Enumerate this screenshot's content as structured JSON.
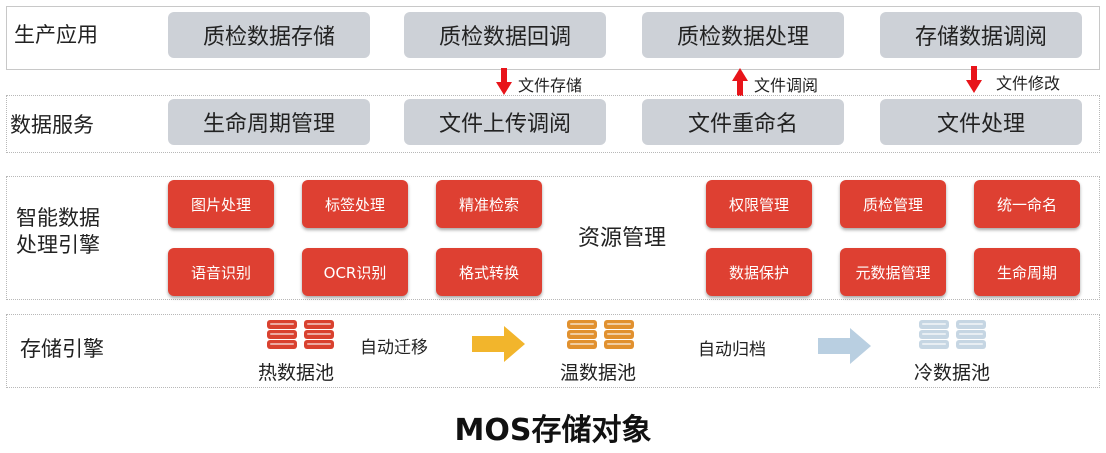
{
  "production_layer": {
    "label": "生产应用",
    "items": [
      "质检数据存储",
      "质检数据回调",
      "质检数据处理",
      "存储数据调阅"
    ]
  },
  "interface_arrows": [
    {
      "label": "文件存储",
      "direction": "down",
      "color": "#e8141a"
    },
    {
      "label": "文件调阅",
      "direction": "up",
      "color": "#e8141a"
    },
    {
      "label": "文件修改",
      "direction": "down",
      "color": "#e8141a"
    }
  ],
  "data_service_layer": {
    "label": "数据服务",
    "items": [
      "生命周期管理",
      "文件上传调阅",
      "文件重命名",
      "文件处理"
    ]
  },
  "engine_layer": {
    "label_line1": "智能数据",
    "label_line2": "处理引擎",
    "left_items": [
      "图片处理",
      "标签处理",
      "精准检索",
      "语音识别",
      "OCR识别",
      "格式转换"
    ],
    "center_label": "资源管理",
    "right_items": [
      "权限管理",
      "质检管理",
      "统一命名",
      "数据保护",
      "元数据管理",
      "生命周期"
    ]
  },
  "storage_layer": {
    "label": "存储引擎",
    "pools": [
      {
        "label": "热数据池",
        "color": "#d9412f"
      },
      {
        "label": "温数据池",
        "color": "#e1912f"
      },
      {
        "label": "冷数据池",
        "color": "#c6d6e3"
      }
    ],
    "flows": [
      {
        "label": "自动迁移",
        "color": "#f2b52c"
      },
      {
        "label": "自动归档",
        "color": "#b9cfe1"
      }
    ]
  },
  "title": "MOS存储对象",
  "colors": {
    "gray_box": "#cdd1d7",
    "red_box": "#de4032"
  }
}
